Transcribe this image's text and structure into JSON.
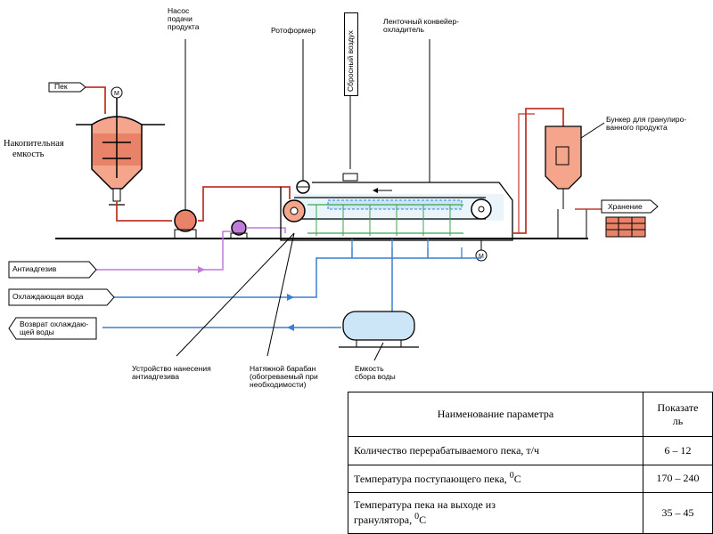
{
  "labels": {
    "pek": "Пек",
    "accumulator": [
      "Накопительная",
      "емкость"
    ],
    "feed_pump": [
      "Насос",
      "подачи",
      "продукта"
    ],
    "rotoformer": "Ротоформер",
    "air_release": "Сбросный воздух",
    "belt_cooler": [
      "Ленточный конвейер-",
      "охладитель"
    ],
    "bunker": [
      "Бункер для гранулиро-",
      "ванного продукта"
    ],
    "storage": "Хранение",
    "antiadhesive": "Антиадгезив",
    "cooling_water": "Охлаждающая вода",
    "return_water": [
      "Возврат охлаждаю-",
      "щей воды"
    ],
    "antiadhesive_device": [
      "Устройство нанесения",
      "антиадгезива"
    ],
    "tension_drum": [
      "Натяжной барабан",
      "(обогреваемый при",
      "необходимости)"
    ],
    "water_tank": [
      "Емкость",
      "сбора воды"
    ],
    "motor_symbol": "М"
  },
  "table": {
    "header": {
      "name": "Наименование параметра",
      "value_line1": "Показате",
      "value_line2": "ль"
    },
    "rows": [
      {
        "name": "Количество перерабатываемого пека, т/ч",
        "value": "6 – 12"
      },
      {
        "name": "Температура поступающего пека, ",
        "sup": "0",
        "unit": "С",
        "value": "170 – 240"
      },
      {
        "name": "Температура пека на выходе из",
        "name2": "гранулятора, ",
        "sup": "0",
        "unit": "С",
        "value": "35 – 45"
      }
    ]
  },
  "colors": {
    "product_line": "#c0392b",
    "product_fill": "#f4a58c",
    "water_line": "#3b7fd0",
    "antiadhesive_line": "#c07ad8",
    "equipment": "#000000"
  }
}
